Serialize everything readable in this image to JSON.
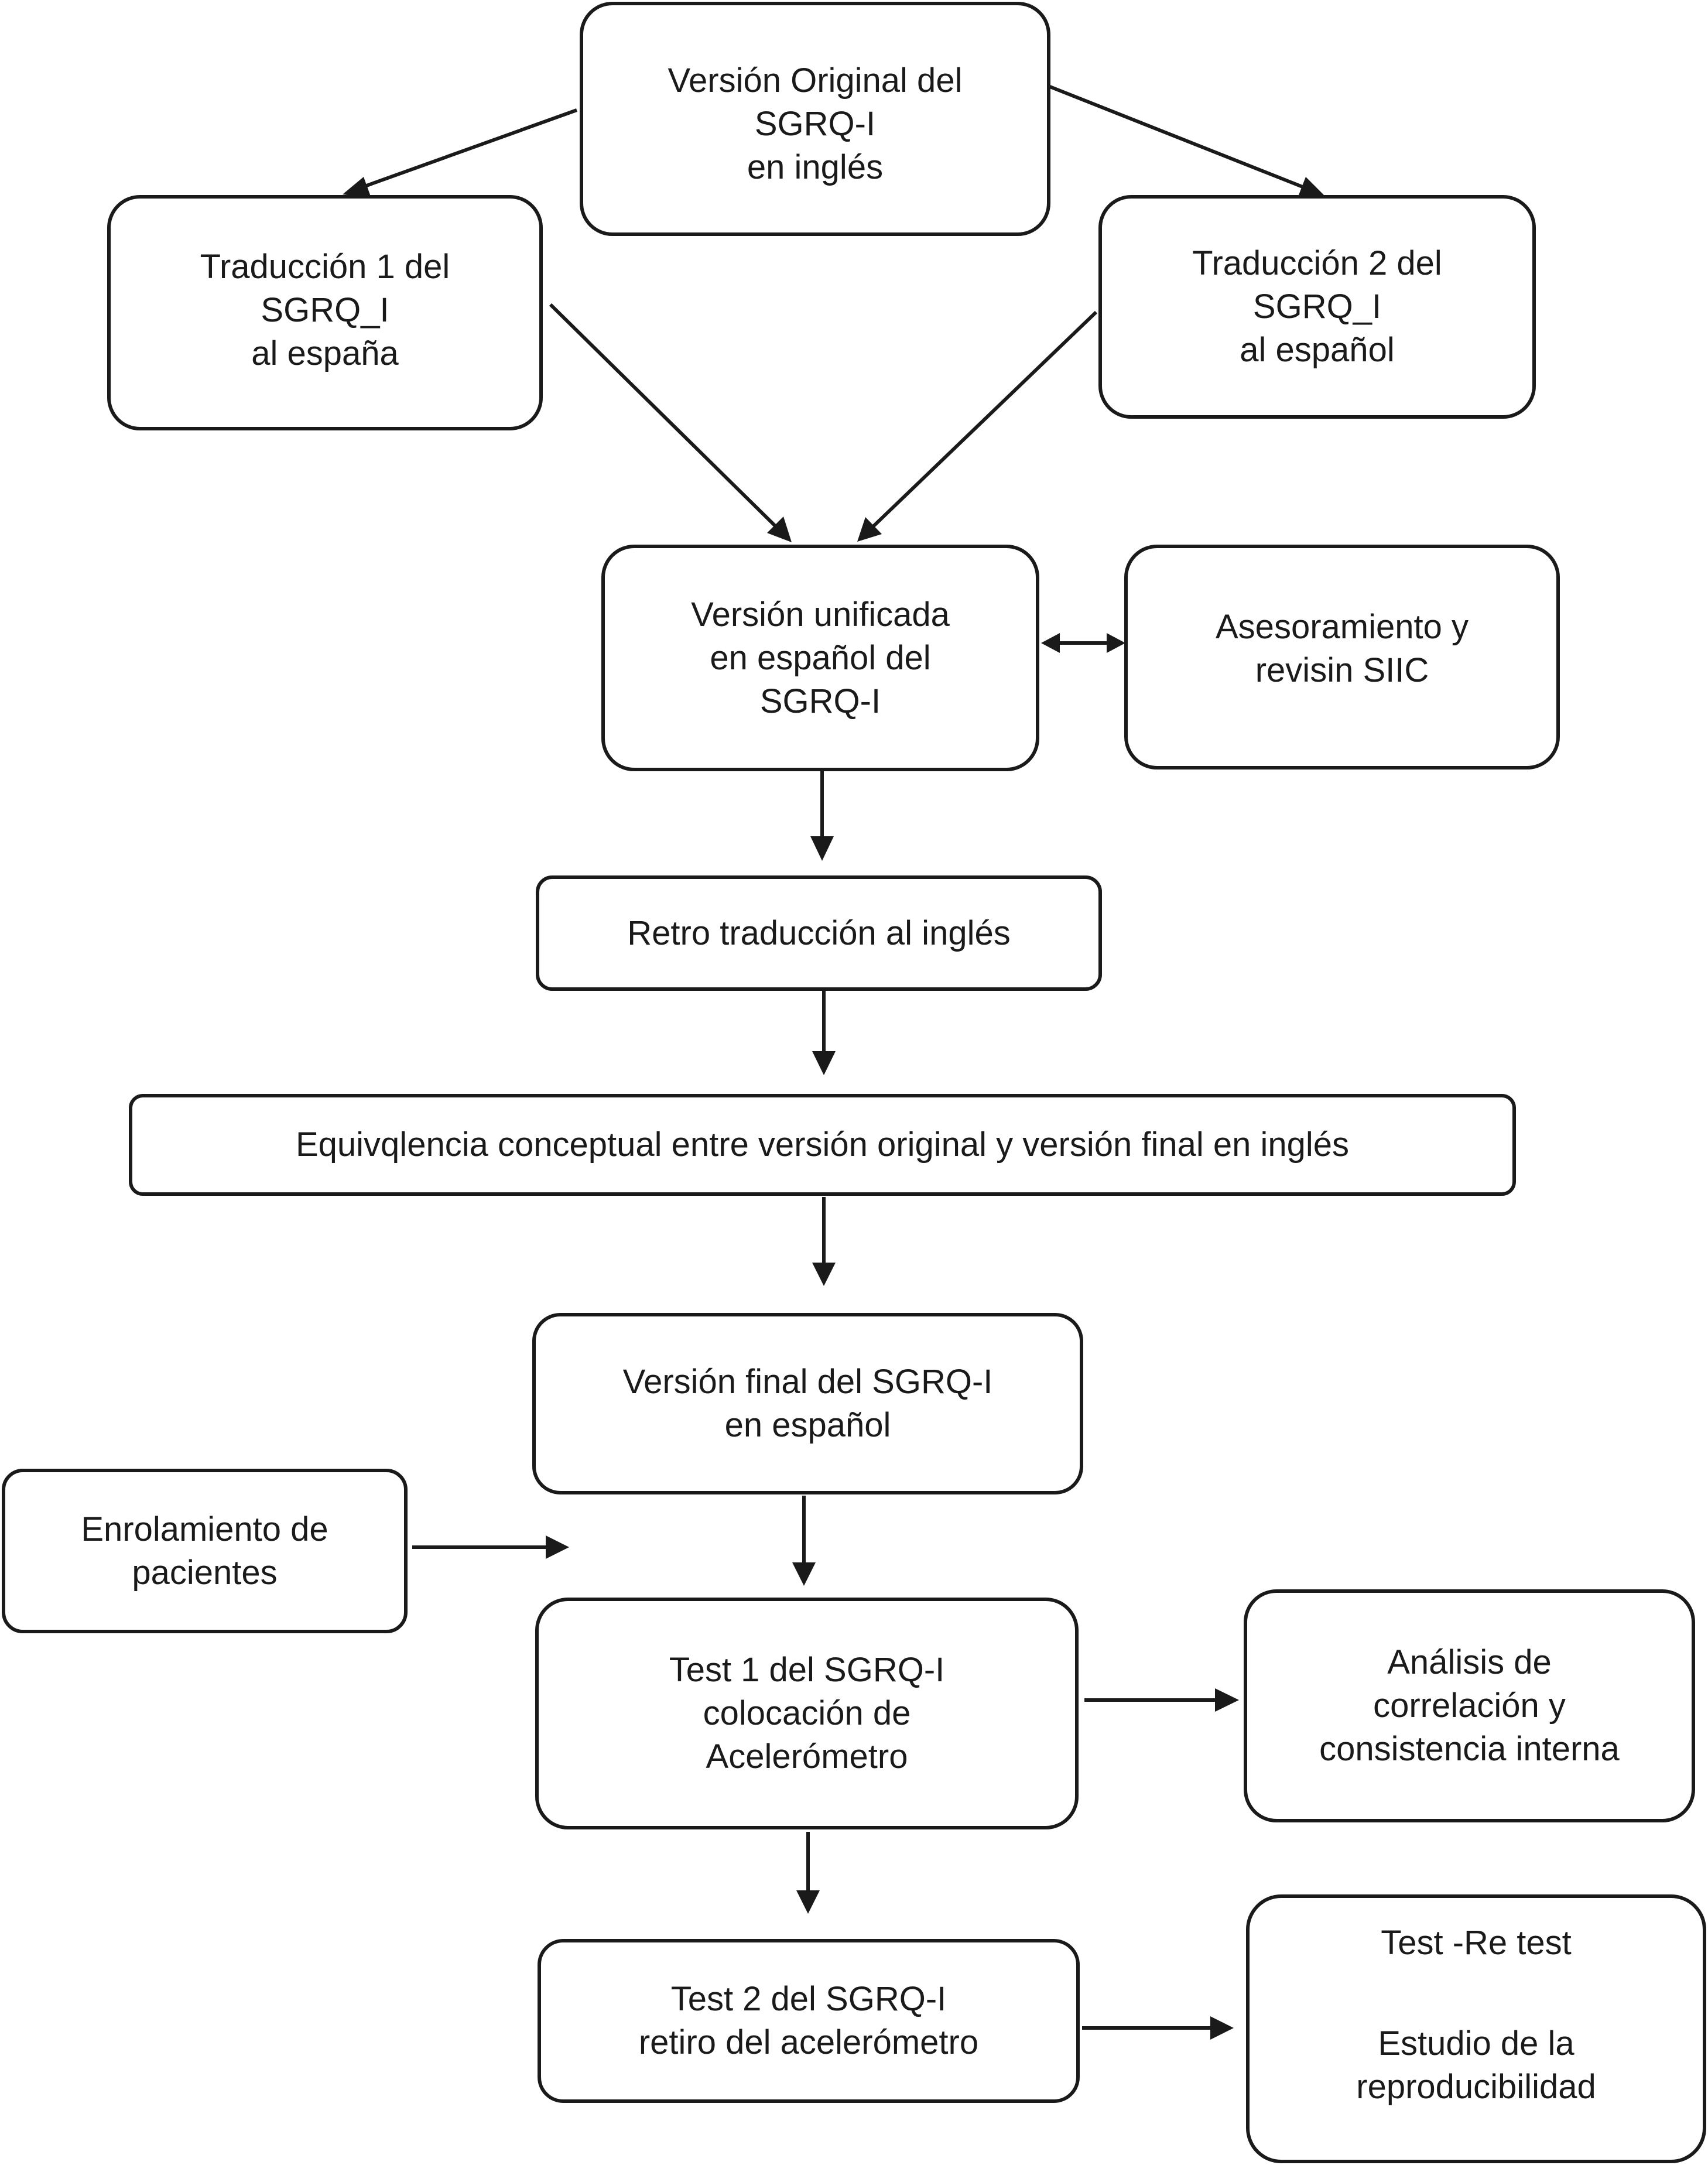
{
  "diagram": {
    "line_color": "#1a1a1a",
    "background": "#ffffff",
    "nodes": {
      "original": {
        "lines": [
          "Versión Original del",
          "SGRQ-I",
          "en inglés"
        ]
      },
      "trad1": {
        "lines": [
          "Traducción 1 del",
          "SGRQ_I",
          "al españa"
        ]
      },
      "trad2": {
        "lines": [
          "Traducción 2 del",
          "SGRQ_I",
          "al español"
        ]
      },
      "unificada": {
        "lines": [
          "Versión unificada",
          "en español del",
          "SGRQ-I"
        ]
      },
      "asesoramiento": {
        "lines": [
          "Asesoramiento y",
          "revisin SIIC"
        ]
      },
      "retro": {
        "lines": [
          "Retro traducción al inglés"
        ]
      },
      "equivalencia": {
        "lines": [
          "Equivqlencia conceptual entre versión original y versión final en inglés"
        ]
      },
      "final": {
        "lines": [
          "Versión final del SGRQ-I",
          "en español"
        ]
      },
      "enrolamiento": {
        "lines": [
          "Enrolamiento de",
          "pacientes"
        ]
      },
      "test1": {
        "lines": [
          "Test 1 del SGRQ-I",
          "colocación de",
          "Acelerómetro"
        ]
      },
      "analisis": {
        "lines": [
          "Análisis de",
          "correlación y",
          "consistencia interna"
        ]
      },
      "test2": {
        "lines": [
          "Test 2 del SGRQ-I",
          "retiro del acelerómetro"
        ]
      },
      "retest": {
        "lines": [
          "Test -Re test",
          "Estudio de la",
          "reproducibilidad"
        ]
      }
    },
    "edges": [
      {
        "from": "original",
        "to": "trad1"
      },
      {
        "from": "original",
        "to": "trad2"
      },
      {
        "from": "trad1",
        "to": "unificada"
      },
      {
        "from": "trad2",
        "to": "unificada"
      },
      {
        "from": "unificada",
        "to": "asesoramiento",
        "bidirectional": true
      },
      {
        "from": "unificada",
        "to": "retro"
      },
      {
        "from": "retro",
        "to": "equivalencia"
      },
      {
        "from": "equivalencia",
        "to": "final"
      },
      {
        "from": "final",
        "to": "test1"
      },
      {
        "from": "enrolamiento",
        "to": "test1"
      },
      {
        "from": "test1",
        "to": "analisis"
      },
      {
        "from": "test1",
        "to": "test2"
      },
      {
        "from": "test2",
        "to": "retest"
      }
    ]
  }
}
